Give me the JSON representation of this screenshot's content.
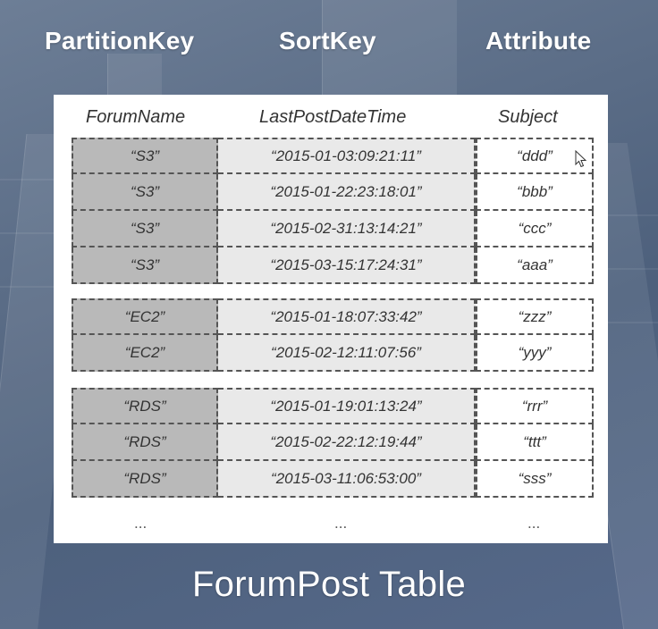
{
  "headers": {
    "partition_key": "PartitionKey",
    "sort_key": "SortKey",
    "attribute": "Attribute"
  },
  "table": {
    "columns": [
      "ForumName",
      "LastPostDateTime",
      "Subject"
    ],
    "groups": [
      {
        "rows": [
          {
            "forum": "“S3”",
            "date": "“2015-01-03:09:21:11”",
            "subject": "“ddd”"
          },
          {
            "forum": "“S3”",
            "date": "“2015-01-22:23:18:01”",
            "subject": "“bbb”"
          },
          {
            "forum": "“S3”",
            "date": "“2015-02-31:13:14:21”",
            "subject": "“ccc”"
          },
          {
            "forum": "“S3”",
            "date": "“2015-03-15:17:24:31”",
            "subject": "“aaa”"
          }
        ]
      },
      {
        "rows": [
          {
            "forum": "“EC2”",
            "date": "“2015-01-18:07:33:42”",
            "subject": "“zzz”"
          },
          {
            "forum": "“EC2”",
            "date": "“2015-02-12:11:07:56”",
            "subject": "“yyy”"
          }
        ]
      },
      {
        "rows": [
          {
            "forum": "“RDS”",
            "date": "“2015-01-19:01:13:24”",
            "subject": "“rrr”"
          },
          {
            "forum": "“RDS”",
            "date": "“2015-02-22:12:19:44”",
            "subject": "“ttt”"
          },
          {
            "forum": "“RDS”",
            "date": "“2015-03-11:06:53:00”",
            "subject": "“sss”"
          }
        ]
      }
    ],
    "ellipsis": "..."
  },
  "title": "ForumPost Table",
  "colors": {
    "partition_cell": "#b9b9b9",
    "sort_cell": "#e9e9e9",
    "attribute_cell": "#ffffff"
  }
}
